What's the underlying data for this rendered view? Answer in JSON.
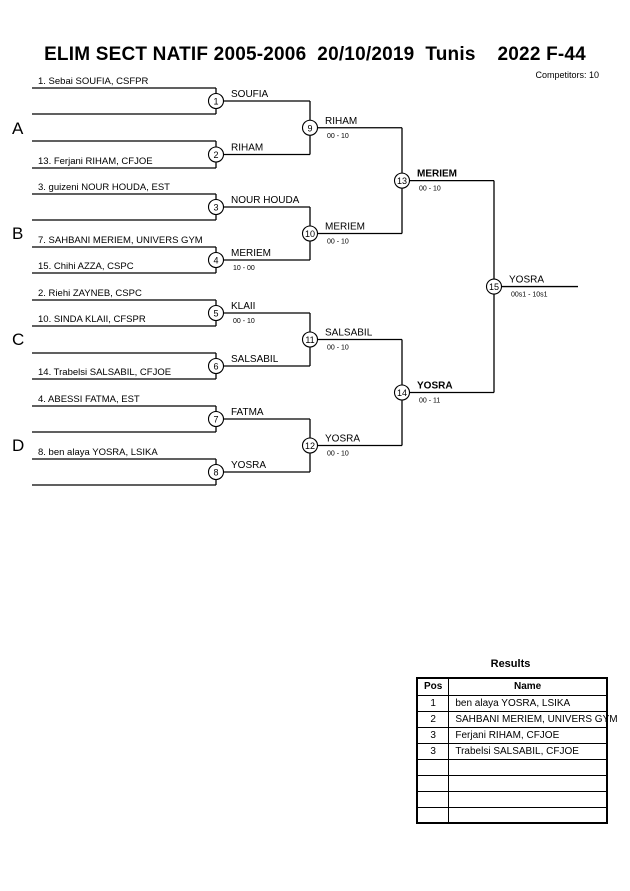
{
  "header": {
    "title": "ELIM SECT NATIF 2005-2006  20/10/2019  Tunis    2022 F-44",
    "competitors": "Competitors: 10"
  },
  "pools": [
    "A",
    "B",
    "C",
    "D"
  ],
  "entrants": [
    "1. Sebai SOUFIA, CSFPR",
    "13. Ferjani RIHAM, CFJOE",
    "3. guizeni NOUR HOUDA, EST",
    "7. SAHBANI MERIEM, UNIVERS GYM",
    "15. Chihi AZZA, CSPC",
    "2. Riehi ZAYNEB, CSPC",
    "10. SINDA KLAII, CFSPR",
    "14. Trabelsi SALSABIL, CFJOE",
    "4. ABESSI FATMA, EST",
    "8. ben alaya YOSRA, LSIKA"
  ],
  "matches": [
    {
      "num": "1",
      "winner": "SOUFIA",
      "score": ""
    },
    {
      "num": "2",
      "winner": "RIHAM",
      "score": ""
    },
    {
      "num": "3",
      "winner": "NOUR HOUDA",
      "score": ""
    },
    {
      "num": "4",
      "winner": "MERIEM",
      "score": "10 - 00"
    },
    {
      "num": "5",
      "winner": "KLAII",
      "score": "00 - 10"
    },
    {
      "num": "6",
      "winner": "SALSABIL",
      "score": ""
    },
    {
      "num": "7",
      "winner": "FATMA",
      "score": ""
    },
    {
      "num": "8",
      "winner": "YOSRA",
      "score": ""
    },
    {
      "num": "9",
      "winner": "RIHAM",
      "score": "00 - 10"
    },
    {
      "num": "10",
      "winner": "MERIEM",
      "score": "00 - 10"
    },
    {
      "num": "11",
      "winner": "SALSABIL",
      "score": "00 - 10"
    },
    {
      "num": "12",
      "winner": "YOSRA",
      "score": "00 - 10"
    },
    {
      "num": "13",
      "winner": "MERIEM",
      "score": "00 - 10"
    },
    {
      "num": "14",
      "winner": "YOSRA",
      "score": "00 - 11"
    },
    {
      "num": "15",
      "winner": "YOSRA",
      "score": "00s1 - 10s1"
    }
  ],
  "results": {
    "title": "Results",
    "headers": [
      "Pos",
      "Name"
    ],
    "rows": [
      {
        "pos": "1",
        "name": "ben alaya YOSRA, LSIKA"
      },
      {
        "pos": "2",
        "name": "SAHBANI MERIEM, UNIVERS GYM"
      },
      {
        "pos": "3",
        "name": "Ferjani RIHAM, CFJOE"
      },
      {
        "pos": "3",
        "name": "Trabelsi SALSABIL, CFJOE"
      },
      {
        "pos": "",
        "name": ""
      },
      {
        "pos": "",
        "name": ""
      },
      {
        "pos": "",
        "name": ""
      },
      {
        "pos": "",
        "name": ""
      }
    ]
  }
}
